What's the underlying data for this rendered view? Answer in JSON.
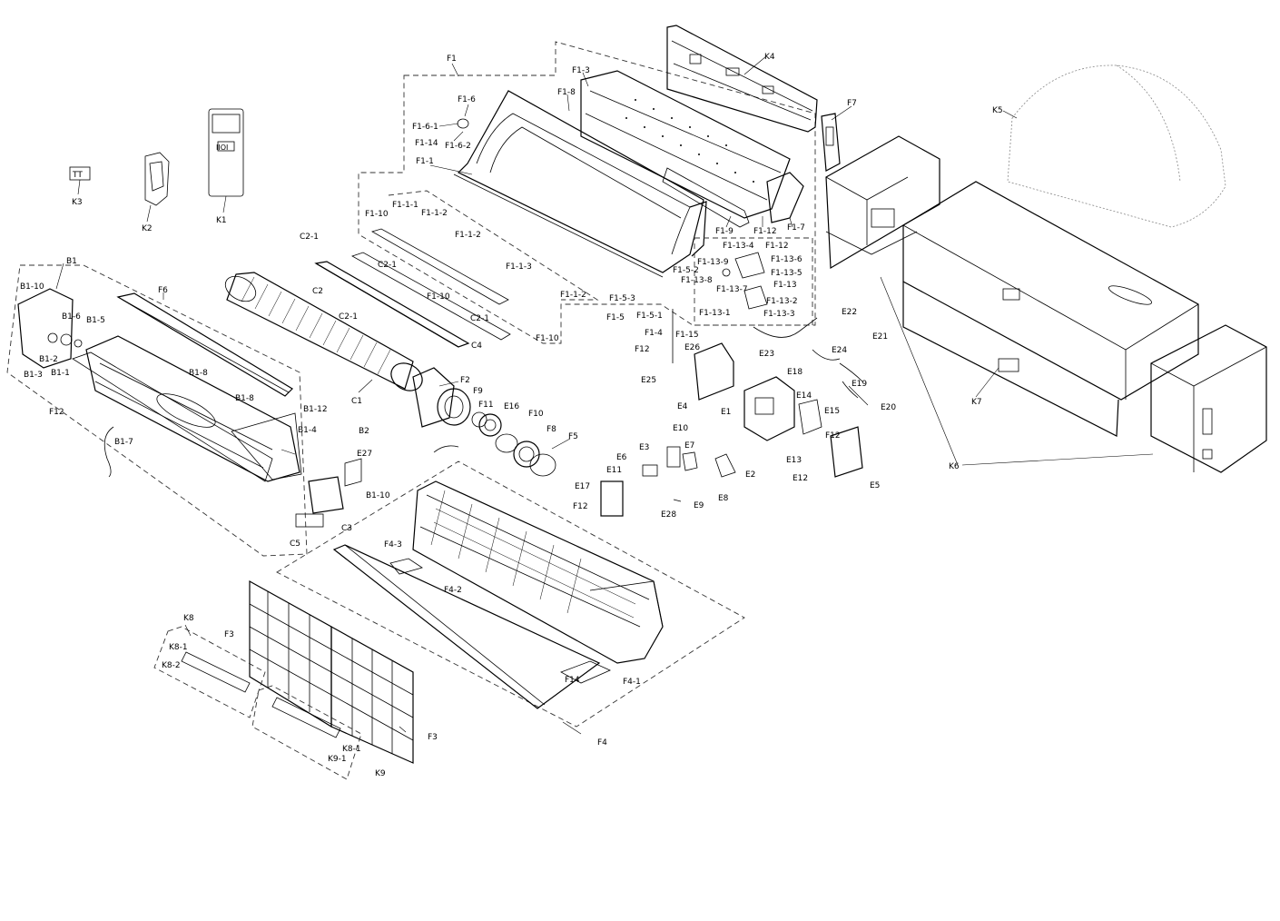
{
  "labels": {
    "K1": "K1",
    "K2": "K2",
    "K3": "K3",
    "K4": "K4",
    "K5": "K5",
    "K6": "K6",
    "K7": "K7",
    "K8": "K8",
    "K8_1": "K8-1",
    "K8_2": "K8-2",
    "K8_1b": "K8-1",
    "K9": "K9",
    "K9_1": "K9-1",
    "F1": "F1",
    "F1_3": "F1-3",
    "F1_8": "F1-8",
    "F1_6": "F1-6",
    "F1_6_1": "F1-6-1",
    "F1_6_2": "F1-6-2",
    "F1_14": "F1-14",
    "F1_1": "F1-1",
    "F1_1_1": "F1-1-1",
    "F1_1_2": "F1-1-2",
    "F1_1_2b": "F1-1-2",
    "F1_1_3": "F1-1-3",
    "F1_1_2c": "F1-1-2",
    "F1_10": "F1-10",
    "F1_10b": "F1-10",
    "F1_10c": "F1-10",
    "F1_9": "F1-9",
    "F1_12": "F1-12",
    "F1_7": "F1-7",
    "F7": "F7",
    "F1_13_4": "F1-13-4",
    "F1_12b": "F1-12",
    "F1_13_9": "F1-13-9",
    "F1_13_6": "F1-13-6",
    "F1_13_5": "F1-13-5",
    "F1_13": "F1-13",
    "F1_13_7": "F1-13-7",
    "F1_13_2": "F1-13-2",
    "F1_13_1": "F1-13-1",
    "F1_13_3": "F1-13-3",
    "F1_13_8": "F1-13-8",
    "F1_5_2": "F1-5-2",
    "F1_5_3": "F1-5-3",
    "F1_5": "F1-5",
    "F1_5_1": "F1-5-1",
    "F1_4": "F1-4",
    "F1_15": "F1-15",
    "C2_1a": "C2-1",
    "C2_1b": "C2-1",
    "C2_1c": "C2-1",
    "C2_1d": "C2-1",
    "C2": "C2",
    "C4": "C4",
    "C1": "C1",
    "C3": "C3",
    "C5": "C5",
    "B1": "B1",
    "B1_10": "B1-10",
    "B1_6": "B1-6",
    "B1_5": "B1-5",
    "B1_2": "B1-2",
    "B1_3": "B1-3",
    "B1_1": "B1-1",
    "B1_8a": "B1-8",
    "B1_8b": "B1-8",
    "B1_12": "B1-12",
    "B1_4": "B1-4",
    "B1_7": "B1-7",
    "B1_10b": "B1-10",
    "B2": "B2",
    "F6": "F6",
    "F12a": "F12",
    "F12b": "F12",
    "F12c": "F12",
    "F12d": "F12",
    "F2": "F2",
    "F9": "F9",
    "F11": "F11",
    "E16": "E16",
    "F10": "F10",
    "F8": "F8",
    "F5": "F5",
    "E27": "E27",
    "E26": "E26",
    "E25": "E25",
    "E4": "E4",
    "E1": "E1",
    "E10": "E10",
    "E3": "E3",
    "E7": "E7",
    "E6": "E6",
    "E11": "E11",
    "E2": "E2",
    "E8": "E8",
    "E9": "E9",
    "E17": "E17",
    "E28": "E28",
    "E22": "E22",
    "E23": "E23",
    "E24": "E24",
    "E21": "E21",
    "E18": "E18",
    "E19": "E19",
    "E14": "E14",
    "E15": "E15",
    "E20": "E20",
    "E13": "E13",
    "E12": "E12",
    "E5": "E5",
    "F4_3": "F4-3",
    "F4_2": "F4-2",
    "F4_1": "F4-1",
    "F4": "F4",
    "F14": "F14",
    "F3a": "F3",
    "F3b": "F3"
  },
  "icons": {
    "remote": "remote-control-icon",
    "holder": "remote-holder-icon",
    "screws": "screw-set-icon"
  }
}
